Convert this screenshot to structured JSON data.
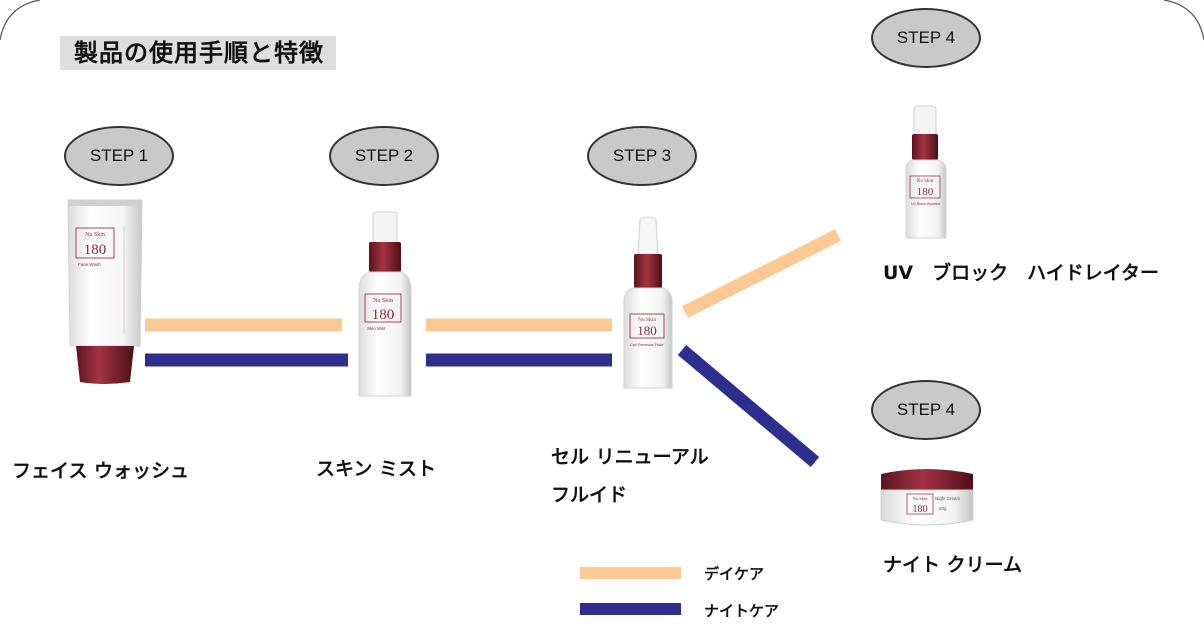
{
  "title": "製品の使用手順と特徴",
  "steps": {
    "s1": "STEP 1",
    "s2": "STEP 2",
    "s3": "STEP 3",
    "s4a": "STEP 4",
    "s4b": "STEP 4"
  },
  "products": {
    "face_wash": "フェイス ウォッシュ",
    "skin_mist": "スキン ミスト",
    "cell_fluid_line1": "セル リニューアル",
    "cell_fluid_line2": "フルイド",
    "uv_block": "UV　ブロック　ハイドレイター",
    "night_cream": "ナイト クリーム"
  },
  "package_text": {
    "brand": "Nu Skin",
    "number": "180",
    "face_wash": "Face Wash",
    "skin_mist": "Skin Mist",
    "cell_fluid": "Cell Renewal Fluid",
    "uv_block": "UV Block Hydrator",
    "night_cream": "Night Cream",
    "night_cream_size": "50g"
  },
  "legend": {
    "day": "デイケア",
    "night": "ナイトケア"
  },
  "colors": {
    "day": "#fcc894",
    "night": "#2e2e8e",
    "cap": "#8a2434",
    "step_fill": "#c9c9c9"
  }
}
